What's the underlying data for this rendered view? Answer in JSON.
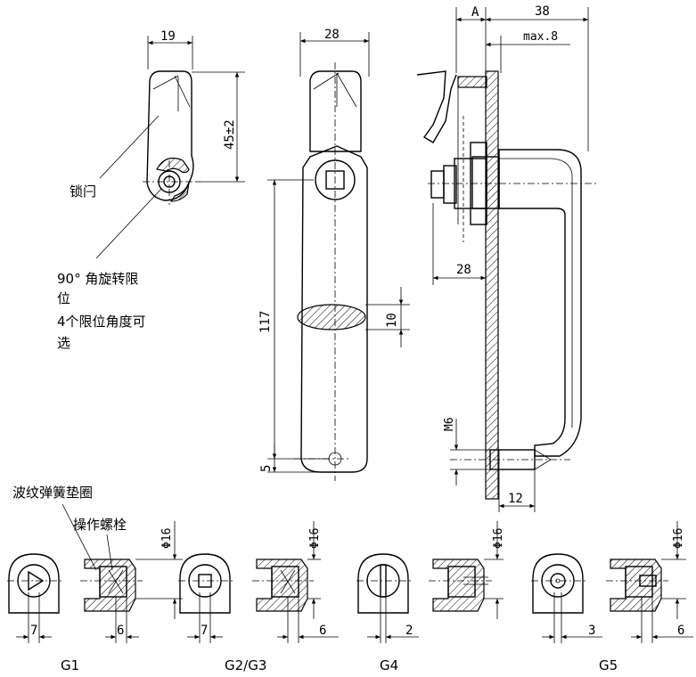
{
  "dimensions": {
    "latch_width": "19",
    "latch_length": "45±2",
    "handle_width": "28",
    "handle_length": "117",
    "slot_height": "10",
    "bottom_offset": "5",
    "side_a": "A",
    "side_total": "38",
    "side_max": "max.8",
    "side_depth": "28",
    "thread": "M6",
    "stud_len": "12"
  },
  "labels": {
    "latch": "锁闩",
    "rotation_line1": "90° 角旋转限",
    "rotation_line2": "位",
    "rotation_line3": "4个限位角度可",
    "rotation_line4": "选",
    "spring_washer": "波纹弹簧垫圈",
    "operating_bolt": "操作螺栓"
  },
  "variants": [
    {
      "name": "G1",
      "front_dim": "7",
      "section_dim": "6",
      "dia": "Φ16"
    },
    {
      "name": "G2/G3",
      "front_dim": "7",
      "section_dim": "6",
      "dia": "Φ16"
    },
    {
      "name": "G4",
      "front_dim": "2",
      "dia": "Φ16"
    },
    {
      "name": "G5",
      "front_dim": "3",
      "section_dim": "6",
      "dia": "Φ16"
    }
  ]
}
